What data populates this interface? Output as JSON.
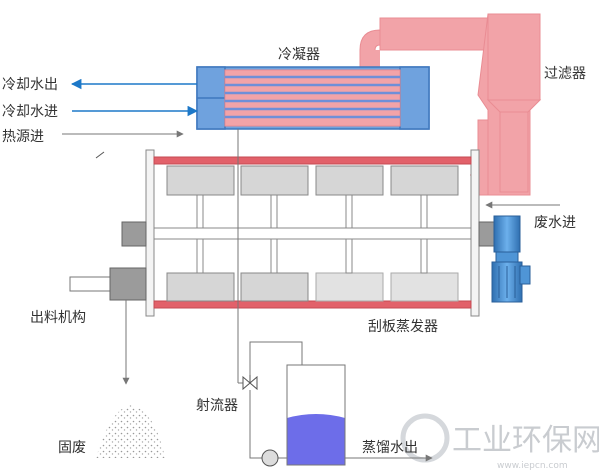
{
  "labels": {
    "condenser": "冷凝器",
    "filter": "过滤器",
    "cooling_water_out": "冷却水出",
    "cooling_water_in": "冷却水进",
    "heat_source_in": "热源进",
    "wastewater_in": "废水进",
    "discharge_mechanism": "出料机构",
    "scraper_evaporator": "刮板蒸发器",
    "ejector": "射流器",
    "solid_waste": "固废",
    "distilled_water_out": "蒸馏水出"
  },
  "watermark": {
    "cn": "工业环保网",
    "url": "www.iepcn.com"
  },
  "colors": {
    "pipe_pink": "#f2a3a8",
    "pipe_pink_dark": "#e98c93",
    "condenser_blue": "#6fa2de",
    "condenser_blue_dark": "#3f78bd",
    "tube_blue": "#6f8fd8",
    "rail_red": "#e2616a",
    "gray_block": "#d6d6d6",
    "motor_blue": "#4f95d6",
    "water_blue": "#6d6de9",
    "arrow_blue": "#1d78c8",
    "line_gray": "#777777"
  }
}
